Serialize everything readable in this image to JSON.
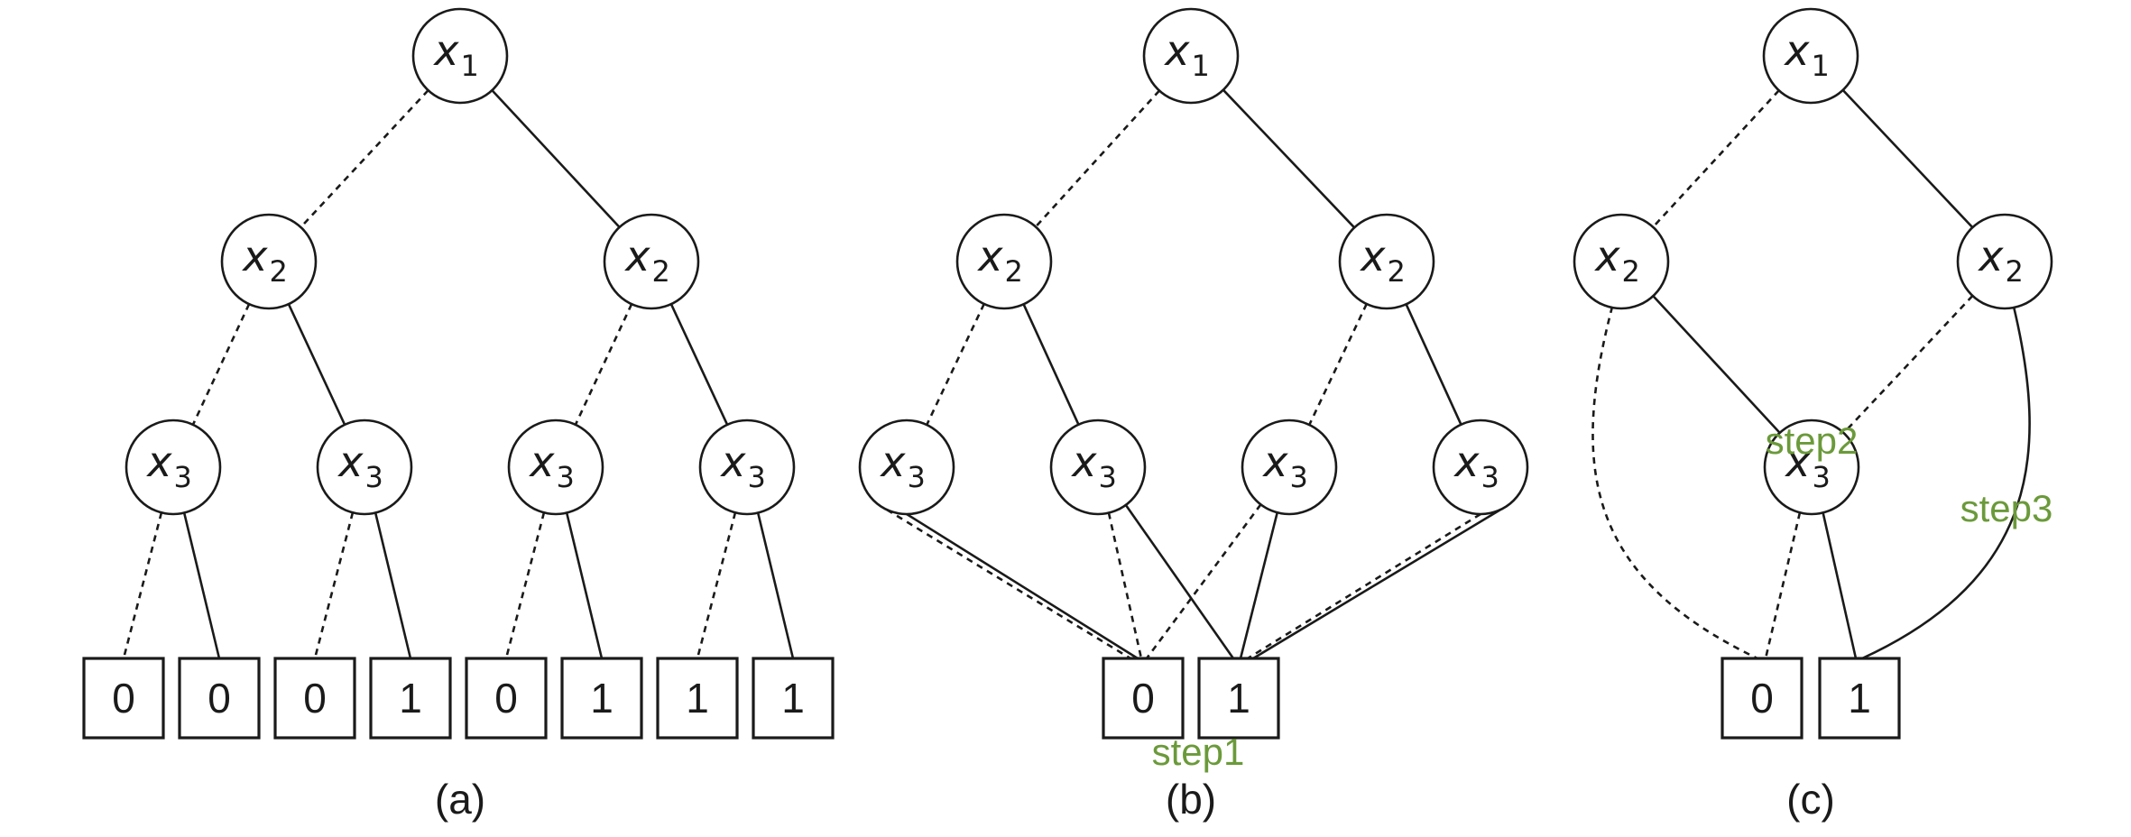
{
  "colors": {
    "ink": "#1a1a1a",
    "step_label": "#6b9a3a"
  },
  "panels": [
    {
      "caption": "(a)",
      "nodes": [
        {
          "id": "a_x1",
          "var": "x",
          "sub": "1"
        },
        {
          "id": "a_x2l",
          "var": "x",
          "sub": "2"
        },
        {
          "id": "a_x2r",
          "var": "x",
          "sub": "2"
        },
        {
          "id": "a_x3a",
          "var": "x",
          "sub": "3"
        },
        {
          "id": "a_x3b",
          "var": "x",
          "sub": "3"
        },
        {
          "id": "a_x3c",
          "var": "x",
          "sub": "3"
        },
        {
          "id": "a_x3d",
          "var": "x",
          "sub": "3"
        }
      ],
      "leaves": [
        {
          "id": "a_l1",
          "value": "0"
        },
        {
          "id": "a_l2",
          "value": "0"
        },
        {
          "id": "a_l3",
          "value": "0"
        },
        {
          "id": "a_l4",
          "value": "1"
        },
        {
          "id": "a_l5",
          "value": "0"
        },
        {
          "id": "a_l6",
          "value": "1"
        },
        {
          "id": "a_l7",
          "value": "1"
        },
        {
          "id": "a_l8",
          "value": "1"
        }
      ],
      "edges": [
        {
          "from": "a_x1",
          "to": "a_x2l",
          "style": "dashed"
        },
        {
          "from": "a_x1",
          "to": "a_x2r",
          "style": "solid"
        },
        {
          "from": "a_x2l",
          "to": "a_x3a",
          "style": "dashed"
        },
        {
          "from": "a_x2l",
          "to": "a_x3b",
          "style": "solid"
        },
        {
          "from": "a_x2r",
          "to": "a_x3c",
          "style": "dashed"
        },
        {
          "from": "a_x2r",
          "to": "a_x3d",
          "style": "solid"
        },
        {
          "from": "a_x3a",
          "to": "a_l1",
          "style": "dashed"
        },
        {
          "from": "a_x3a",
          "to": "a_l2",
          "style": "solid"
        },
        {
          "from": "a_x3b",
          "to": "a_l3",
          "style": "dashed"
        },
        {
          "from": "a_x3b",
          "to": "a_l4",
          "style": "solid"
        },
        {
          "from": "a_x3c",
          "to": "a_l5",
          "style": "dashed"
        },
        {
          "from": "a_x3c",
          "to": "a_l6",
          "style": "solid"
        },
        {
          "from": "a_x3d",
          "to": "a_l7",
          "style": "dashed"
        },
        {
          "from": "a_x3d",
          "to": "a_l8",
          "style": "solid"
        }
      ]
    },
    {
      "caption": "(b)",
      "step_labels": [
        "step1"
      ],
      "nodes": [
        {
          "id": "b_x1",
          "var": "x",
          "sub": "1"
        },
        {
          "id": "b_x2l",
          "var": "x",
          "sub": "2"
        },
        {
          "id": "b_x2r",
          "var": "x",
          "sub": "2"
        },
        {
          "id": "b_x3a",
          "var": "x",
          "sub": "3"
        },
        {
          "id": "b_x3b",
          "var": "x",
          "sub": "3"
        },
        {
          "id": "b_x3c",
          "var": "x",
          "sub": "3"
        },
        {
          "id": "b_x3d",
          "var": "x",
          "sub": "3"
        }
      ],
      "leaves": [
        {
          "id": "b_l0",
          "value": "0"
        },
        {
          "id": "b_l1",
          "value": "1"
        }
      ],
      "edges": [
        {
          "from": "b_x1",
          "to": "b_x2l",
          "style": "dashed"
        },
        {
          "from": "b_x1",
          "to": "b_x2r",
          "style": "solid"
        },
        {
          "from": "b_x2l",
          "to": "b_x3a",
          "style": "dashed"
        },
        {
          "from": "b_x2l",
          "to": "b_x3b",
          "style": "solid"
        },
        {
          "from": "b_x2r",
          "to": "b_x3c",
          "style": "dashed"
        },
        {
          "from": "b_x2r",
          "to": "b_x3d",
          "style": "solid"
        },
        {
          "from": "b_x3a",
          "to": "b_l0",
          "style": "dashed"
        },
        {
          "from": "b_x3a",
          "to": "b_l0",
          "style": "solid"
        },
        {
          "from": "b_x3b",
          "to": "b_l0",
          "style": "dashed"
        },
        {
          "from": "b_x3b",
          "to": "b_l1",
          "style": "solid"
        },
        {
          "from": "b_x3c",
          "to": "b_l0",
          "style": "dashed"
        },
        {
          "from": "b_x3c",
          "to": "b_l1",
          "style": "solid"
        },
        {
          "from": "b_x3d",
          "to": "b_l1",
          "style": "dashed"
        },
        {
          "from": "b_x3d",
          "to": "b_l1",
          "style": "solid"
        }
      ]
    },
    {
      "caption": "(c)",
      "step_labels": [
        "step2",
        "step3"
      ],
      "nodes": [
        {
          "id": "c_x1",
          "var": "x",
          "sub": "1"
        },
        {
          "id": "c_x2l",
          "var": "x",
          "sub": "2"
        },
        {
          "id": "c_x2r",
          "var": "x",
          "sub": "2"
        },
        {
          "id": "c_x3",
          "var": "x",
          "sub": "3"
        }
      ],
      "leaves": [
        {
          "id": "c_l0",
          "value": "0"
        },
        {
          "id": "c_l1",
          "value": "1"
        }
      ],
      "edges": [
        {
          "from": "c_x1",
          "to": "c_x2l",
          "style": "dashed"
        },
        {
          "from": "c_x1",
          "to": "c_x2r",
          "style": "solid"
        },
        {
          "from": "c_x2l",
          "to": "c_x3",
          "style": "solid"
        },
        {
          "from": "c_x2l",
          "to": "c_l0",
          "style": "dashed"
        },
        {
          "from": "c_x2r",
          "to": "c_x3",
          "style": "dashed"
        },
        {
          "from": "c_x2r",
          "to": "c_l1",
          "style": "solid"
        },
        {
          "from": "c_x3",
          "to": "c_l0",
          "style": "dashed"
        },
        {
          "from": "c_x3",
          "to": "c_l1",
          "style": "solid"
        }
      ]
    }
  ]
}
